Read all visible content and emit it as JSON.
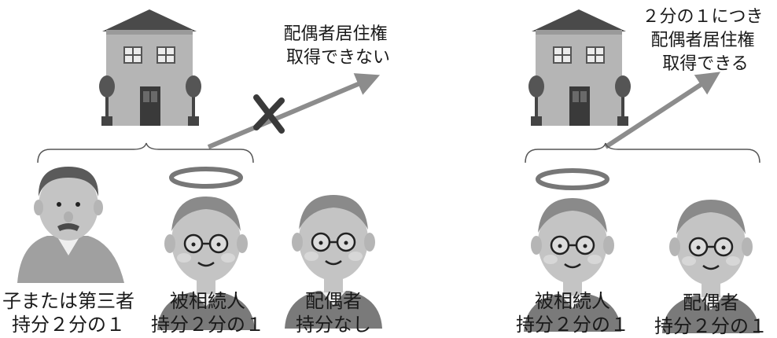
{
  "left": {
    "annotation": [
      "配偶者居住権",
      "取得できない"
    ],
    "people": [
      {
        "name": "子または第三者",
        "share": "持分２分の１"
      },
      {
        "name": "被相続人",
        "share": "持分２分の１"
      },
      {
        "name": "配偶者",
        "share": "持分なし"
      }
    ]
  },
  "right": {
    "annotation": [
      "２分の１につき",
      "配偶者居住権",
      "取得できる"
    ],
    "people": [
      {
        "name": "被相続人",
        "share": "持分２分の１"
      },
      {
        "name": "配偶者",
        "share": "持分２分の１"
      }
    ]
  },
  "colors": {
    "arrow": "#8c8c8c",
    "cross": "#3a3a3a",
    "house_roof": "#4a4a4a",
    "house_wall": "#b5b5b5",
    "skin": "#c4c4c4",
    "clothes": "#7a7a7a"
  }
}
